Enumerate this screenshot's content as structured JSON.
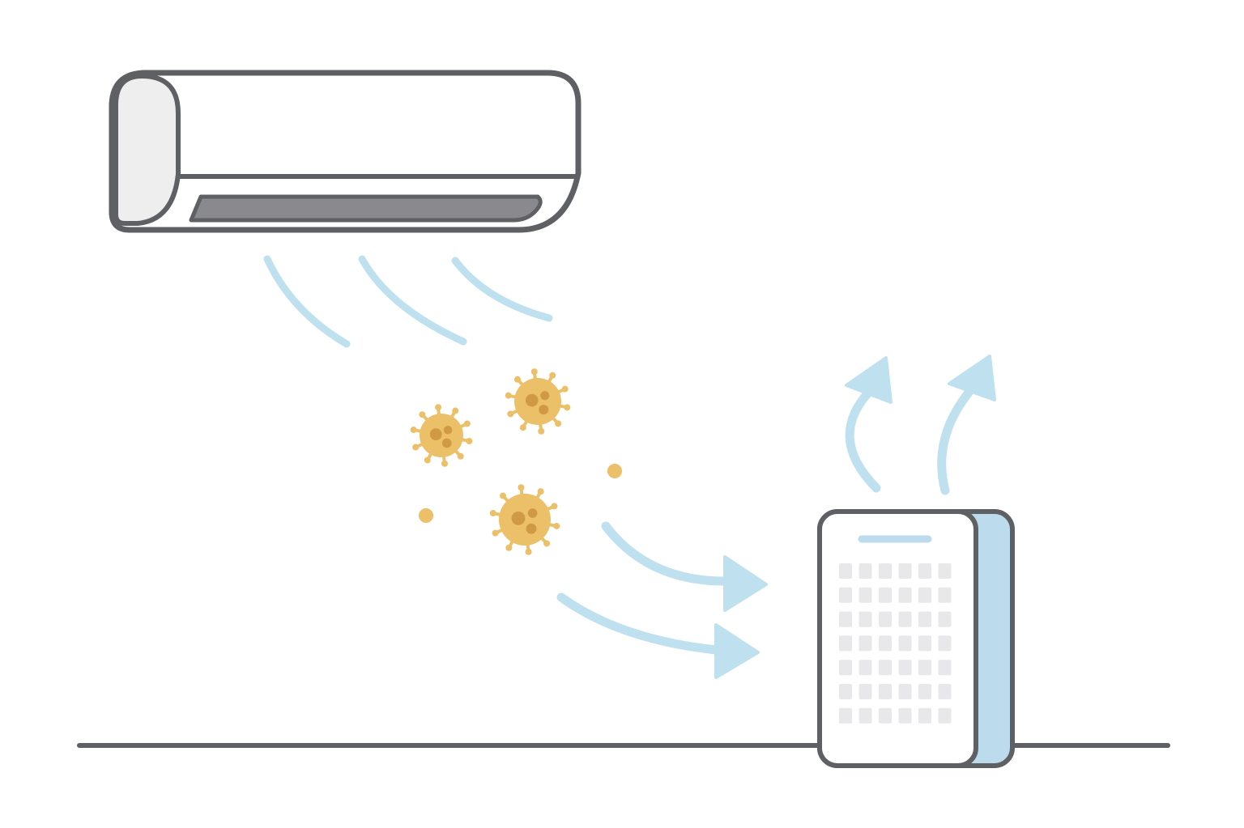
{
  "diagram": {
    "colors": {
      "outline": "#5f6064",
      "body_fill": "#ffffff",
      "shade_fill": "#eeeeef",
      "vent_fill": "#8a8a8e",
      "airflow": "#bfe1ef",
      "germ": "#ecbf69",
      "germ_spot": "#d09a44",
      "purifier_side": "#bcdcee",
      "purifier_accent": "#bcdcee",
      "grille_cell": "#e8e8ea",
      "floor": "#5f6064"
    },
    "icons": {
      "air_conditioner": "air-conditioner-icon",
      "germ": "germ-icon",
      "particle": "dust-particle-icon",
      "airflow": "airflow-arrow-icon",
      "purifier": "air-purifier-icon"
    },
    "purifier_grille": {
      "rows": 7,
      "columns": 6
    },
    "germ_count": 3,
    "particle_count": 2
  }
}
